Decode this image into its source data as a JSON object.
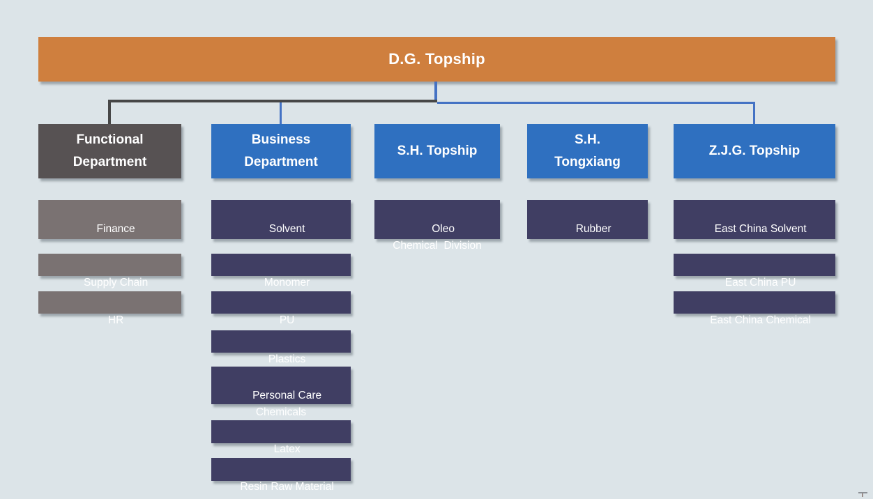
{
  "org": {
    "root": "D.G. Topship",
    "branches": [
      {
        "name": "Functional Department",
        "label": "Functional\nDepartment",
        "children": [
          "Finance",
          "Supply Chain",
          "HR"
        ]
      },
      {
        "name": "Business Department",
        "label": "Business\nDepartment",
        "children": [
          "Solvent",
          "Monomer",
          "PU",
          "Plastics",
          "Personal Care\nChemicals",
          "Latex",
          "Resin Raw Material"
        ]
      },
      {
        "name": "S.H. Topship",
        "label": "S.H. Topship",
        "children": [
          "Oleo\nChemical  Division"
        ]
      },
      {
        "name": "S.H. Tongxiang",
        "label": "S.H.\nTongxiang",
        "children": [
          "Rubber"
        ]
      },
      {
        "name": "Z.J.G. Topship",
        "label": "Z.J.G. Topship",
        "children": [
          "East China Solvent",
          "East China PU",
          "East China Chemical"
        ]
      }
    ]
  },
  "colors": {
    "background": "#dce4e8",
    "banner_orange": "#cf7f3e",
    "header_blue": "#2f70c0",
    "header_dark_gray": "#575253",
    "child_gray": "#7a7272",
    "child_navy": "#403e63",
    "connector_blue": "#4472c4",
    "connector_gray": "#474747"
  }
}
